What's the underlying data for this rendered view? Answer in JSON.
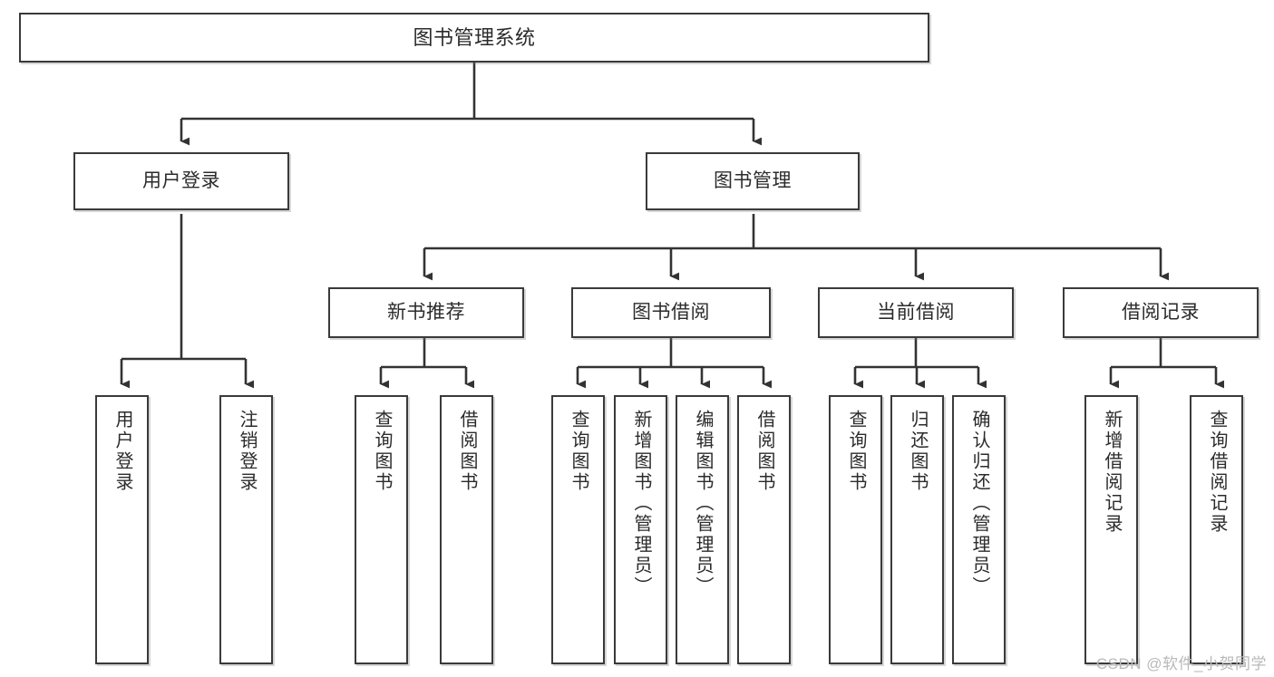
{
  "diagram": {
    "title": "图书管理系统",
    "type": "tree",
    "watermark": "CSDN @软件_小贺同学",
    "colors": {
      "box_border": "#3a3a3a",
      "box_fill": "#ffffff",
      "connector": "#333333",
      "text": "#2b2b2b",
      "watermark": "#b9b9b9"
    },
    "levels": {
      "level1_label": "图书管理系统",
      "level2_labels": [
        "用户登录",
        "图书管理"
      ],
      "level3_labels": [
        "新书推荐",
        "图书借阅",
        "当前借阅",
        "借阅记录"
      ]
    },
    "nodes": {
      "root": {
        "label": "图书管理系统"
      },
      "user_login": {
        "label": "用户登录"
      },
      "book_manage": {
        "label": "图书管理"
      },
      "new_book_rec": {
        "label": "新书推荐"
      },
      "book_borrow": {
        "label": "图书借阅"
      },
      "current_borrow": {
        "label": "当前借阅"
      },
      "borrow_record": {
        "label": "借阅记录"
      },
      "leaf_1": {
        "label": "用户登录"
      },
      "leaf_2": {
        "label": "注销登录"
      },
      "leaf_3": {
        "label": "查询图书"
      },
      "leaf_4": {
        "label": "借阅图书"
      },
      "leaf_5": {
        "label": "查询图书"
      },
      "leaf_6": {
        "label": "新增图书（管理员）"
      },
      "leaf_7": {
        "label": "编辑图书（管理员）"
      },
      "leaf_8": {
        "label": "借阅图书"
      },
      "leaf_9": {
        "label": "查询图书"
      },
      "leaf_10": {
        "label": "归还图书"
      },
      "leaf_11": {
        "label": "确认归还（管理员）"
      },
      "leaf_12": {
        "label": "新增借阅记录"
      },
      "leaf_13": {
        "label": "查询借阅记录"
      }
    }
  }
}
